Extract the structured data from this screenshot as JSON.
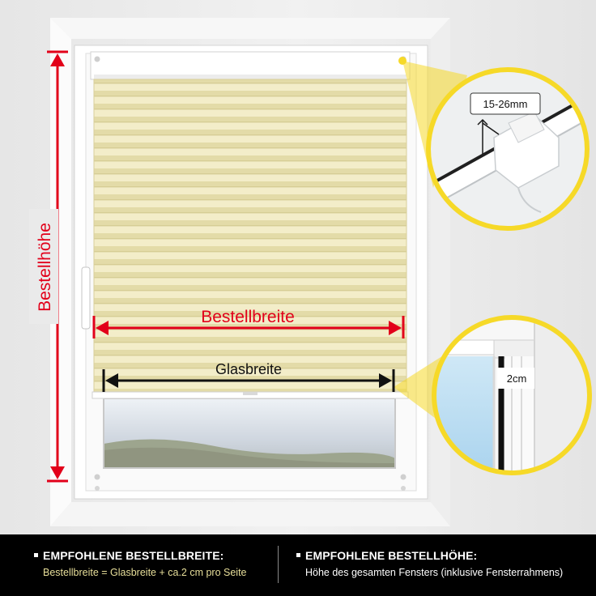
{
  "diagram": {
    "order_height_label": "Bestellhöhe",
    "order_width_label": "Bestellbreite",
    "glass_width_label": "Glasbreite",
    "callout_top_label": "15-26mm",
    "callout_bottom_label": "2cm"
  },
  "info": {
    "left_title": "EMPFOHLENE BESTELLBREITE:",
    "left_text": "Bestellbreite = Glasbreite + ca.2 cm pro Seite",
    "right_title": "EMPFOHLENE BESTELLHÖHE:",
    "right_text": "Höhe des gesamten Fensters (inklusive Fensterrahmens)"
  },
  "colors": {
    "measure_red": "#e2001a",
    "callout_yellow": "#f6d928",
    "blind_cream": "#f1ebc5",
    "info_accent": "#e8df9a"
  }
}
